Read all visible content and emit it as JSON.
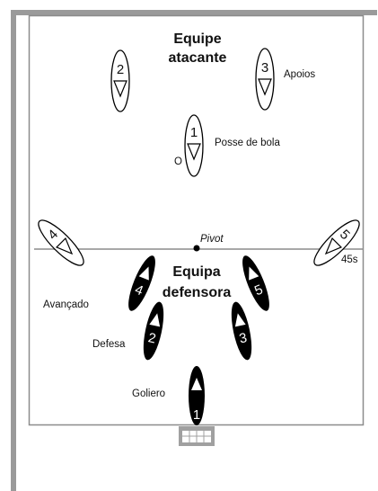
{
  "attacking_team": {
    "title_line1": "Equipe",
    "title_line2": "atacante",
    "label_apoios": "Apoios",
    "label_posse": "Posse de bola",
    "ball_symbol": "O",
    "players": [
      "2",
      "3",
      "1",
      "4",
      "5"
    ]
  },
  "defending_team": {
    "title_line1": "Equipa",
    "title_line2": "defensora",
    "label_avancado": "Avançado",
    "label_defesa": "Defesa",
    "label_goliero": "Goliero",
    "players": [
      "4",
      "5",
      "2",
      "3",
      "1"
    ]
  },
  "pivot_label": "Pivot",
  "angle_label": "45s",
  "colors": {
    "frame": "#9a9a9a",
    "court_line": "#8c8c8c",
    "attacker_fill": "#ffffff",
    "defender_fill": "#000000",
    "goal": "#a0a0a0"
  }
}
